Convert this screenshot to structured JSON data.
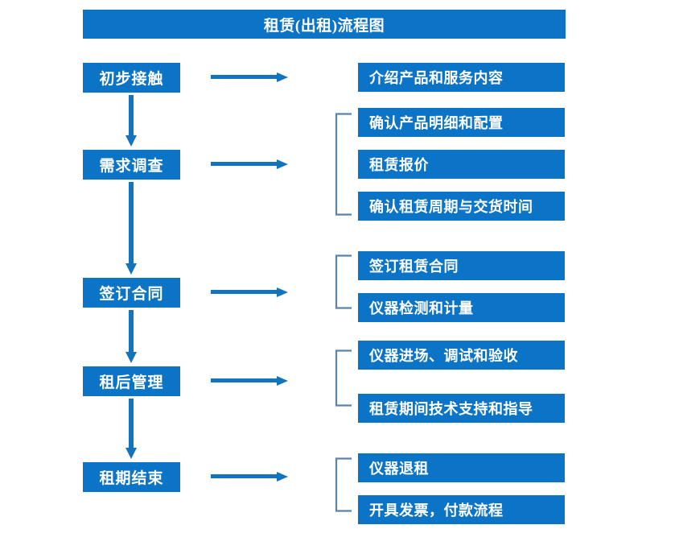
{
  "diagram": {
    "title": "租赁(出租)流程图",
    "colors": {
      "box_blue": "#0c74c6",
      "arrow_blue": "#1373bd",
      "bracket_blue": "#5b83ab",
      "text_white": "#ffffff",
      "background": "#ffffff"
    },
    "stages": [
      {
        "label": "初步接触"
      },
      {
        "label": "需求调查"
      },
      {
        "label": "签订合同"
      },
      {
        "label": "租后管理"
      },
      {
        "label": "租期结束"
      }
    ],
    "details": [
      {
        "label": "介绍产品和服务内容"
      },
      {
        "label": "确认产品明细和配置"
      },
      {
        "label": "租赁报价"
      },
      {
        "label": "确认租赁周期与交货时间"
      },
      {
        "label": "签订租赁合同"
      },
      {
        "label": "仪器检测和计量"
      },
      {
        "label": "仪器进场、调试和验收"
      },
      {
        "label": "租赁期间技术支持和指导"
      },
      {
        "label": "仪器退租"
      },
      {
        "label": "开具发票，付款流程"
      }
    ],
    "connectors": {
      "horizontal_arrow_count": 5,
      "vertical_arrow_count": 4,
      "bracket_count": 4
    }
  }
}
